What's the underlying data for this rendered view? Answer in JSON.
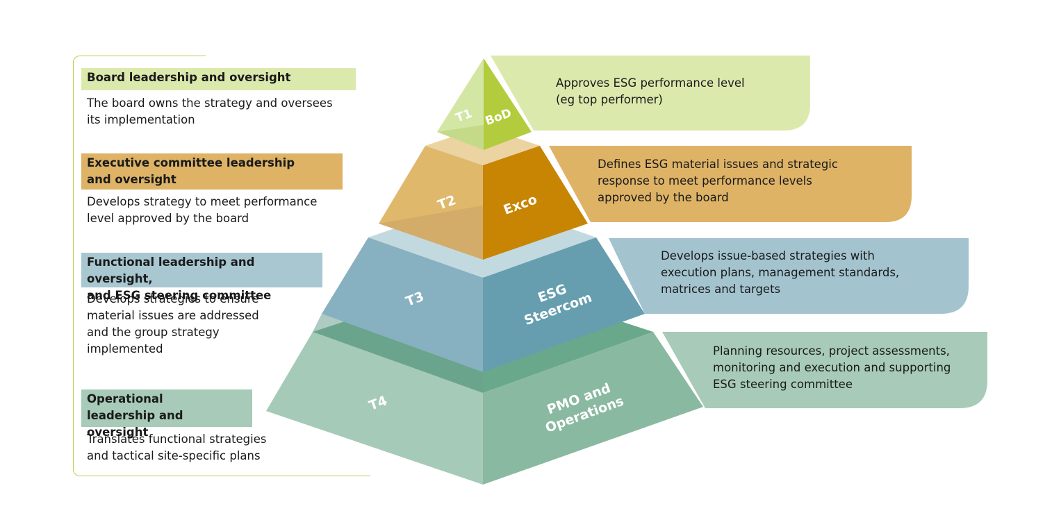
{
  "left_panel": {
    "tiers": [
      {
        "heading": "Board leadership and oversight",
        "description": "The board owns the strategy and oversees\nits implementation"
      },
      {
        "heading": "Executive committee leadership\nand oversight",
        "description": "Develops strategy to meet performance\nlevel approved by the board"
      },
      {
        "heading": "Functional leadership and oversight,\nand ESG steering committee",
        "description": "Develops strategies to ensure\nmaterial issues are addressed\nand the group strategy\nimplemented"
      },
      {
        "heading": "Operational\nleadership and oversight",
        "description": "Translates functional strategies\nand tactical site-specific plans"
      }
    ]
  },
  "pyramid": {
    "levels": [
      {
        "tier": "T1",
        "body": "BoD",
        "callout": "Approves ESG performance level\n(eg top performer)",
        "color_left": "#d3e6a4",
        "color_right": "#b2cc3d",
        "callout_color": "#dce9ad"
      },
      {
        "tier": "T2",
        "body": "Exco",
        "callout": "Defines ESG material issues and strategic\nresponse to meet performance levels\napproved by the board",
        "color_left": "#dfb86c",
        "color_right": "#c88503",
        "callout_color": "#deb366"
      },
      {
        "tier": "T3",
        "body": "ESG\nSteercom",
        "callout": "Develops issue-based strategies with\nexecution plans, management standards,\nmatrices and targets",
        "color_left": "#87b1c0",
        "color_right": "#669eaf",
        "callout_color": "#a3c4cf"
      },
      {
        "tier": "T4",
        "body": "PMO and\nOperations",
        "callout": "Planning resources, project assessments,\nmonitoring and execution and supporting\nESG steering committee",
        "color_left": "#a6cab8",
        "color_right": "#8ab9a1",
        "callout_color": "#a7cbb8"
      }
    ]
  },
  "colors": {
    "bracket": "#b5cf4a"
  }
}
